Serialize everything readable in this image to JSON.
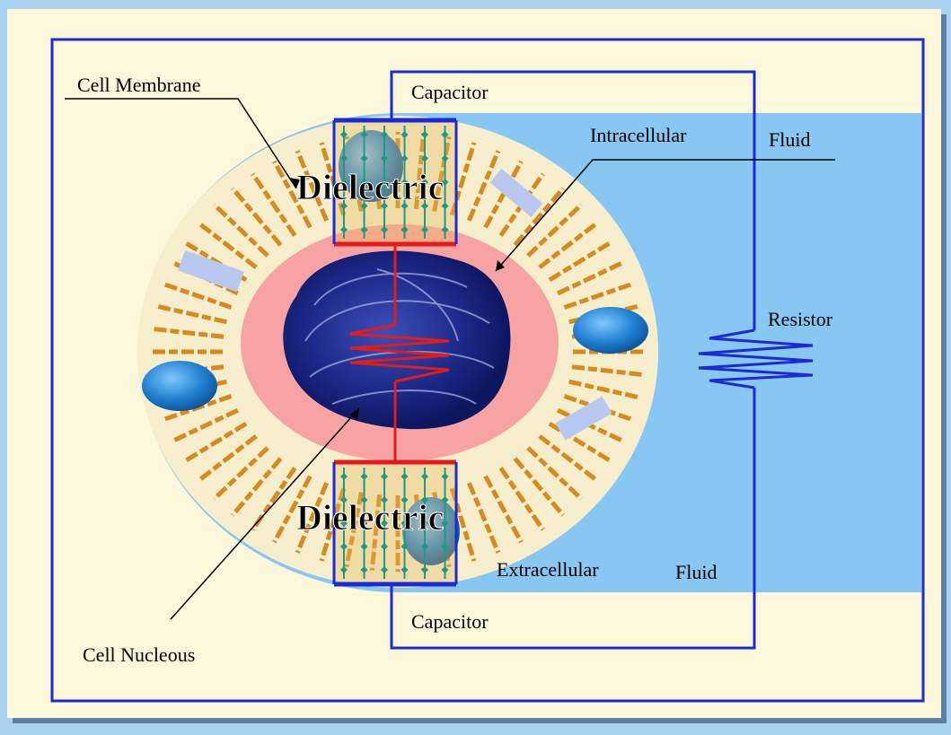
{
  "labels": {
    "cell_membrane": "Cell Membrane",
    "capacitor_top": "Capacitor",
    "intracellular_a": "Intracellular",
    "intracellular_b": "Fluid",
    "dielectric_top": "Dielectric",
    "resistor": "Resistor",
    "dielectric_bottom": "Dielectric",
    "extracellular_a": "Extracellular",
    "extracellular_b": "Fluid",
    "capacitor_bottom": "Capacitor",
    "cell_nucleous": "Cell Nucleous"
  },
  "colors": {
    "background": "#fdf8dc",
    "frame_shadow": "#5c7fa3",
    "outer_bezel": "#a9d3ef",
    "wire": "#1a2bd6",
    "extracellular": "#87c7f2",
    "membrane": "#f6eecc",
    "intracellular": "#f7a3a3",
    "nucleus": "#1d2a8a",
    "conductor": "#e31b1b",
    "plate_field": "#1e9a86",
    "protein": "#2a86cf",
    "lipid": "#d98a1c"
  },
  "icons": {
    "resistor": "resistor-zigzag-icon",
    "capacitor": "capacitor-plates-icon"
  }
}
